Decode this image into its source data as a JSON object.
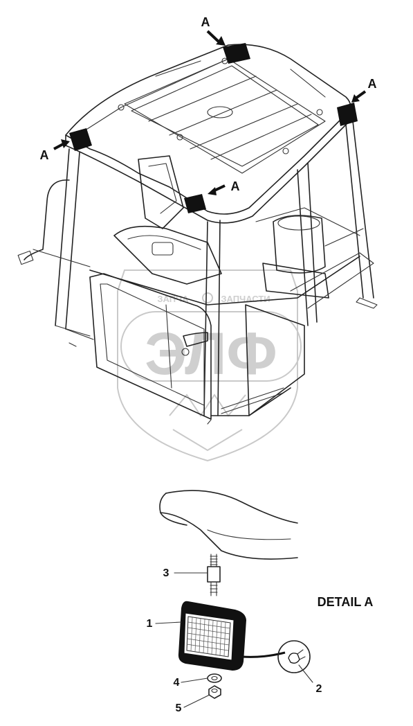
{
  "diagram": {
    "callout_letter": "A",
    "detail_title": "DETAIL A",
    "watermark_text": "ЗАПЧАСТИ",
    "watermark_logo_text": "ЭЛФ",
    "part_numbers": [
      "1",
      "2",
      "3",
      "4",
      "5"
    ]
  },
  "colors": {
    "line": "#222222",
    "lamp": "#111111",
    "watermark": "#c9c9c9"
  }
}
